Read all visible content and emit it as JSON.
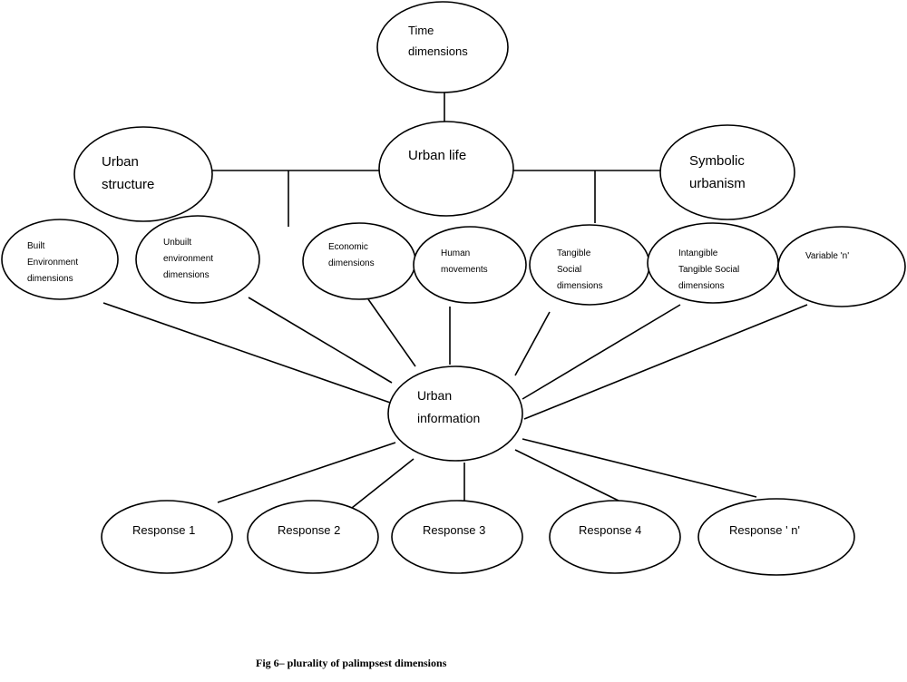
{
  "diagram": {
    "nodes": {
      "time": [
        "Time",
        "dimensions"
      ],
      "urban_life": [
        "Urban life"
      ],
      "urban_structure": [
        "Urban",
        "structure"
      ],
      "symbolic": [
        "Symbolic",
        "urbanism"
      ],
      "built_env": [
        "Built",
        "Environment",
        "dimensions"
      ],
      "unbuilt_env": [
        "Unbuilt",
        "environment",
        "dimensions"
      ],
      "economic": [
        "Economic",
        "dimensions"
      ],
      "human": [
        "Human",
        "movements"
      ],
      "tangible": [
        "Tangible",
        "Social",
        "dimensions"
      ],
      "intangible": [
        "Intangible",
        "Tangible Social",
        "dimensions"
      ],
      "variable_n": [
        "Variable 'n'"
      ],
      "urban_info": [
        "Urban",
        "information"
      ],
      "response_1": [
        "Response 1"
      ],
      "response_2": [
        "Response 2"
      ],
      "response_3": [
        "Response 3"
      ],
      "response_4": [
        "Response 4"
      ],
      "response_n": [
        "Response ' n'"
      ]
    },
    "caption": "Fig 6– plurality of palimpsest dimensions"
  }
}
